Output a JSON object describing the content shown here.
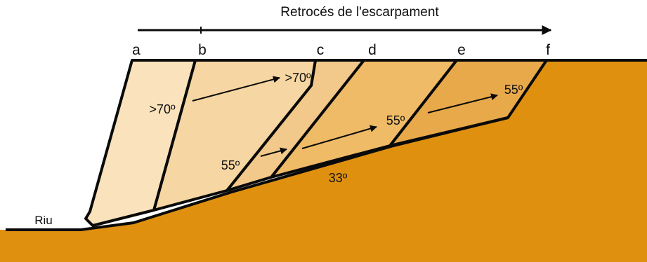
{
  "diagram": {
    "title": "Retrocés de l'escarpament",
    "position_labels": [
      "a",
      "b",
      "c",
      "d",
      "e",
      "f"
    ],
    "river_label": "Riu",
    "angles": {
      "b_face": ">70º",
      "c_face": ">70º",
      "lower_slope": "55º",
      "d_slope": "55º",
      "e_slope": "55º",
      "base_slope": "33º"
    },
    "colors": {
      "ground": "#E0900F",
      "block_a": "#FAE3BC",
      "block_b": "#F6D6A2",
      "block_c": "#F2C98A",
      "block_d": "#EFBB66",
      "block_e": "#E8A94A",
      "stroke": "#0a0a0a"
    }
  }
}
